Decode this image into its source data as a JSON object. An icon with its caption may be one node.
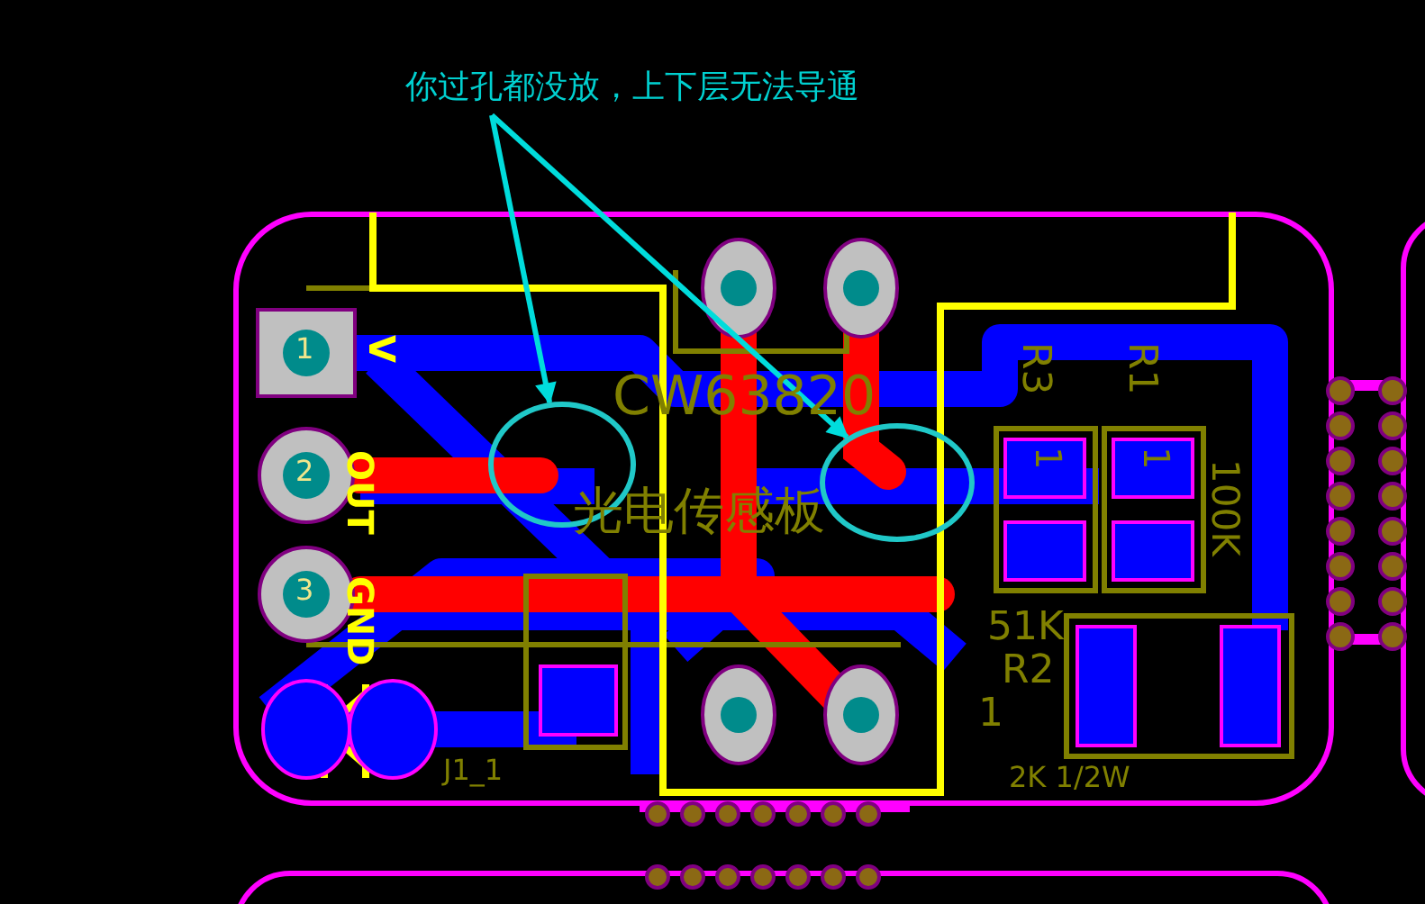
{
  "diagram": {
    "nodes": [
      {
        "text": [
          "你过孔都没放，上下层无法导通"
        ]
      },
      {
        "text": [],
        "shape": "circle"
      },
      {
        "text": [],
        "shape": "circle"
      }
    ],
    "edges": [
      {
        "from": 0,
        "to": 1,
        "arrow": "to"
      },
      {
        "from": 0,
        "to": 2,
        "arrow": "to"
      }
    ],
    "labels": [
      "1",
      "2",
      "3",
      "V",
      "OUT",
      "GND",
      "CW63820",
      "光电传感板",
      "R3",
      "R1",
      "1",
      "1",
      "100K",
      "51K",
      "R2",
      "1",
      "2K 1/2W",
      "J1_1"
    ]
  }
}
